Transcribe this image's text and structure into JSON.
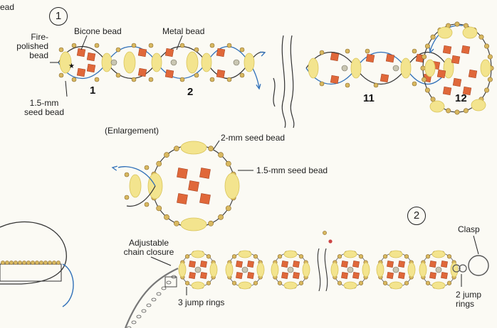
{
  "steps": {
    "step1": "1",
    "step2": "2"
  },
  "top_labels": {
    "bead_cut": "ead",
    "fire_polished": "Fire-\npolished\nbead",
    "bicone": "Bicone bead",
    "metal": "Metal bead",
    "seed_15_left": "1.5-mm\nseed bead"
  },
  "unit_numbers": [
    "1",
    "2",
    "11",
    "12"
  ],
  "enlargement": {
    "title": "(Enlargement)",
    "seed_2mm": "2-mm seed bead",
    "seed_15mm": "1.5-mm seed bead"
  },
  "bottom": {
    "adjustable": "Adjustable\nchain closure",
    "jump3": "3 jump rings",
    "clasp": "Clasp",
    "jump2": "2 jump\nrings"
  },
  "colors": {
    "bicone": "#e0683a",
    "fire_polished": "#f3e48e",
    "seed": "#d8b860",
    "metal": "#c9c6b2",
    "thread_blue": "#2f6fb8",
    "thread_dark": "#333333"
  }
}
